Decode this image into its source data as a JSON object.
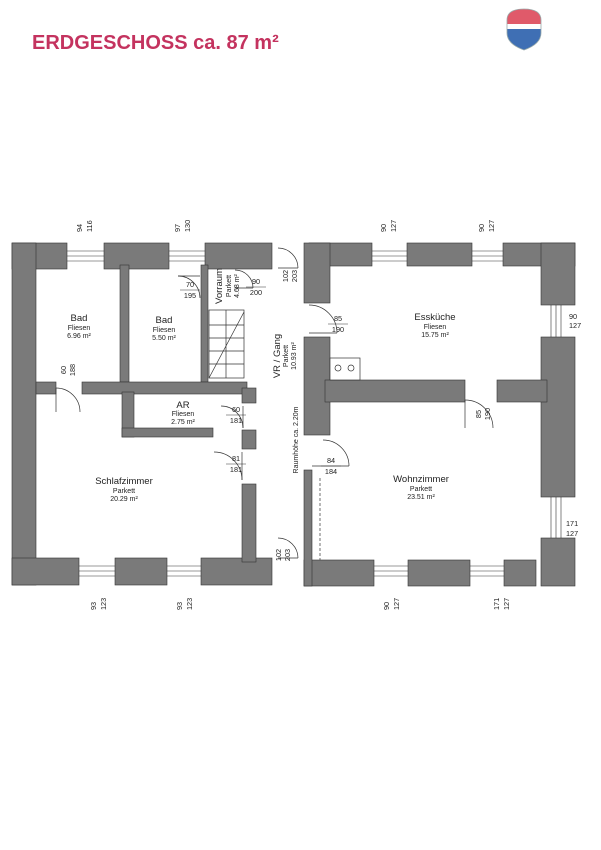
{
  "title": "ERDGESCHOSS ca. 87 m²",
  "colors": {
    "title": "#c4335f",
    "wall": "#7a7a7a",
    "logo_red": "#e05a6a",
    "logo_blue": "#3f6fb4"
  },
  "logo": {
    "icon": "house-logo-icon"
  },
  "rooms": {
    "bad1": {
      "name": "Bad",
      "floor": "Fliesen",
      "area": "6.96 m²"
    },
    "bad2": {
      "name": "Bad",
      "floor": "Fliesen",
      "area": "5.50 m²"
    },
    "vorraum": {
      "name": "Vorraum",
      "floor": "Parkett",
      "area": "4.68 m²"
    },
    "ar": {
      "name": "AR",
      "floor": "Fliesen",
      "area": "2.75 m²"
    },
    "schlafzimmer": {
      "name": "Schlafzimmer",
      "floor": "Parkett",
      "area": "20.29 m²"
    },
    "gang": {
      "name": "VR / Gang",
      "floor": "Parkett",
      "area": "10.93 m²"
    },
    "esskueche": {
      "name": "Essküche",
      "floor": "Fliesen",
      "area": "15.75 m²"
    },
    "wohnzimmer": {
      "name": "Wohnzimmer",
      "floor": "Parkett",
      "area": "23.51 m²"
    }
  },
  "ceiling_height": "Raumhöhe ca. 2.20m",
  "dims": {
    "w_top1": [
      "94",
      "116"
    ],
    "w_top2": [
      "97",
      "130"
    ],
    "w_top3": [
      "90",
      "127"
    ],
    "w_top4": [
      "90",
      "127"
    ],
    "w_right1": [
      "90",
      "127"
    ],
    "w_right2": [
      "171",
      "127"
    ],
    "w_bot1": [
      "93",
      "123"
    ],
    "w_bot2": [
      "93",
      "123"
    ],
    "w_bot3": [
      "90",
      "127"
    ],
    "w_bot4": [
      "171",
      "127"
    ],
    "d_vorraum": [
      "70",
      "195"
    ],
    "d_bad2": [
      "90",
      "200"
    ],
    "d_entry": [
      "102",
      "203"
    ],
    "d_bad1": [
      "60",
      "188"
    ],
    "d_ar": [
      "60",
      "181"
    ],
    "d_schlaf": [
      "81",
      "181"
    ],
    "d_esskueche1": [
      "85",
      "190"
    ],
    "d_esskueche2": [
      "85",
      "190"
    ],
    "d_wohn": [
      "84",
      "184"
    ],
    "d_gang": [
      "102",
      "203"
    ]
  }
}
